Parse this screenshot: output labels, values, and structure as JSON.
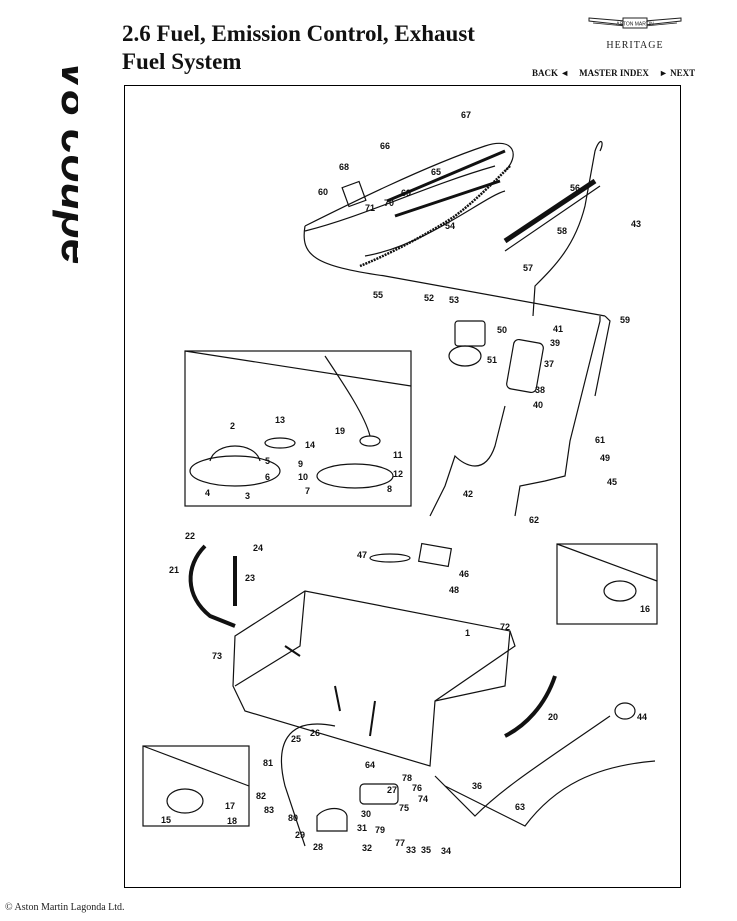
{
  "header": {
    "title_line1": "2.6 Fuel, Emission Control, Exhaust",
    "title_line2": "Fuel System"
  },
  "brand": {
    "logo_text": "ASTON MARTIN",
    "heritage": "HERITAGE"
  },
  "side_logo": {
    "text": "V8 coupe",
    "icon": "v8-coupe-logo-icon"
  },
  "nav": {
    "back": "BACK ◄",
    "master_index": "MASTER INDEX",
    "next": "► NEXT"
  },
  "diagram": {
    "icon": "fuel-system-exploded-diagram",
    "callouts": [
      "1",
      "2",
      "3",
      "4",
      "5",
      "6",
      "7",
      "8",
      "9",
      "10",
      "11",
      "12",
      "13",
      "14",
      "15",
      "16",
      "17",
      "18",
      "19",
      "20",
      "21",
      "22",
      "23",
      "24",
      "25",
      "26",
      "27",
      "28",
      "29",
      "30",
      "31",
      "32",
      "33",
      "34",
      "35",
      "36",
      "37",
      "38",
      "39",
      "40",
      "41",
      "42",
      "43",
      "44",
      "45",
      "46",
      "47",
      "48",
      "49",
      "50",
      "51",
      "52",
      "53",
      "54",
      "55",
      "56",
      "57",
      "58",
      "59",
      "60",
      "61",
      "62",
      "63",
      "64",
      "65",
      "66",
      "67",
      "68",
      "69",
      "70",
      "71",
      "72",
      "73",
      "74",
      "75",
      "76",
      "77",
      "78",
      "79",
      "80",
      "81",
      "82",
      "83"
    ]
  },
  "footer": {
    "copyright": "© Aston Martin Lagonda Ltd."
  },
  "colors": {
    "background": "#ffffff",
    "ink": "#111111"
  }
}
